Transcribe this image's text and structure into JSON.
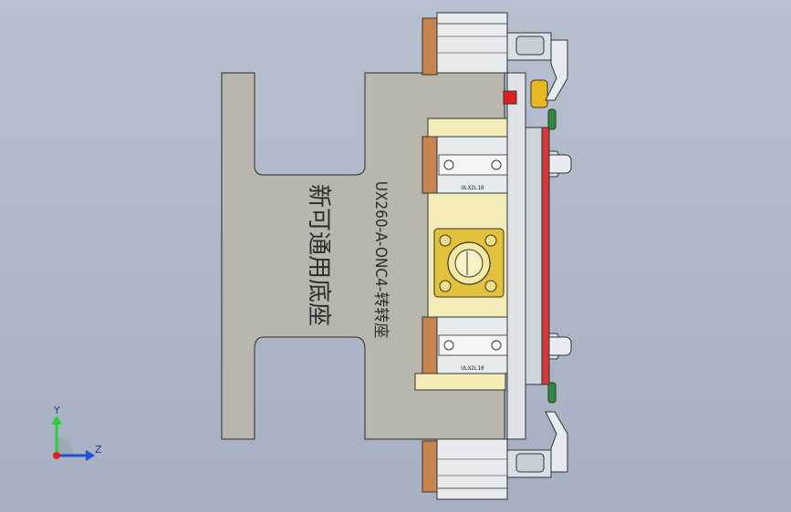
{
  "viewport": {
    "background_top": "#b7c0cf",
    "background_bottom": "#a6b0c2"
  },
  "part_text": {
    "model_code": "UX260-A-ONC4-转转座",
    "title_cn": "新可通用底座"
  },
  "cylinder_labels": {
    "upper": "ULX2L10",
    "lower": "ULX2L10"
  },
  "triad": {
    "y_label": "Y",
    "z_label": "Z",
    "y_color": "#2ecc40",
    "z_color": "#1f4fd8",
    "x_color": "#e02020"
  },
  "colors": {
    "base_plate": "#b9b6ae",
    "outline": "#2a2a2a",
    "pad_yellow": "#f3ecb8",
    "copper": "#c8844f",
    "cylinder_body": "#e6ebf0",
    "flange_gold": "#e1c23a",
    "red_rail": "#d23a3a",
    "green_tab": "#2e8b3e"
  }
}
